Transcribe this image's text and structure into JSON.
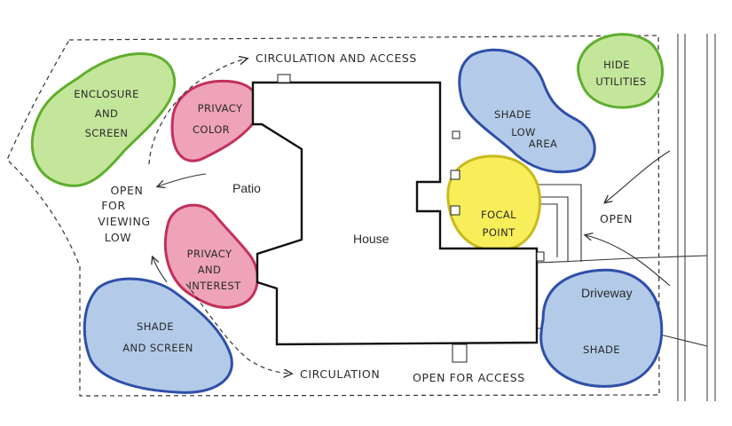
{
  "colors": {
    "green_fill": "#c4e69a",
    "green_stroke": "#5fae2e",
    "pink_fill": "#eea3b8",
    "pink_stroke": "#c3305c",
    "blue_fill": "#b3cbe9",
    "blue_stroke": "#2f4fa8",
    "yellow_fill": "#f7ee5a",
    "yellow_stroke": "#c9ba1d",
    "house_stroke": "#111111"
  },
  "labels": {
    "enclosure": [
      "ENCLOSURE",
      "AND",
      "SCREEN"
    ],
    "privacy_color": [
      "PRIVACY",
      "COLOR"
    ],
    "privacy_interest": [
      "PRIVACY",
      "AND",
      "INTEREST"
    ],
    "shade_screen": [
      "SHADE",
      "AND SCREEN"
    ],
    "shade_low": [
      "SHADE",
      "LOW",
      "AREA"
    ],
    "hide_utilities": [
      "HIDE",
      "UTILITIES"
    ],
    "focal_point": [
      "FOCAL",
      "POINT"
    ],
    "shade_drive": "SHADE",
    "open_viewing": [
      "OPEN",
      "FOR",
      "VIEWING",
      "LOW"
    ],
    "circulation_access": "CIRCULATION AND ACCESS",
    "circulation": "CIRCULATION",
    "open_access": "OPEN FOR ACCESS",
    "open_right": "OPEN",
    "patio": "Patio",
    "house": "House",
    "driveway": "Driveway"
  }
}
